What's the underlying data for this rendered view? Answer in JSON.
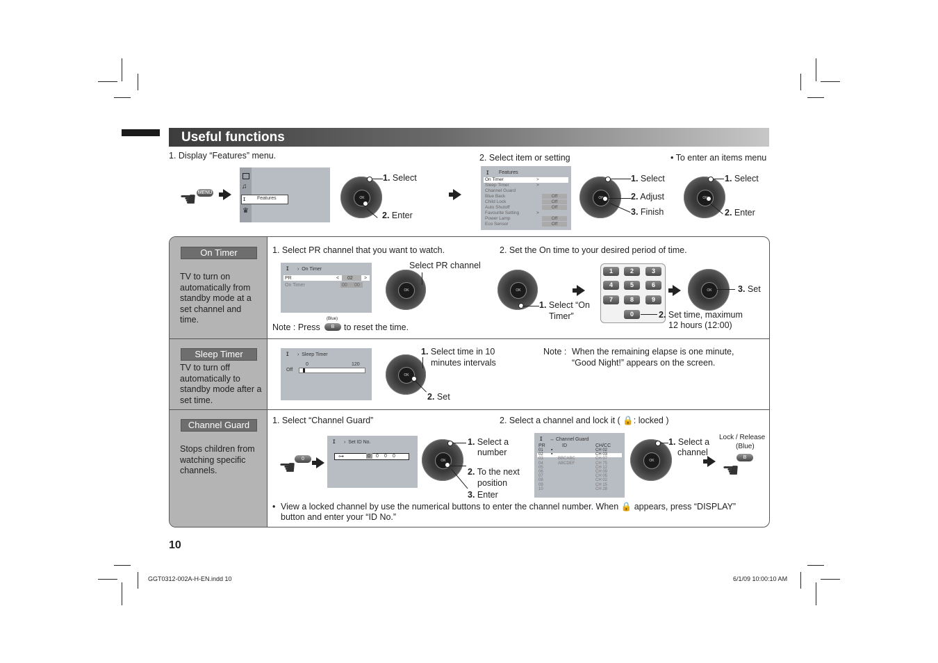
{
  "header": {
    "title": "Useful functions"
  },
  "top": {
    "step1_label": "1. Display “Features” menu.",
    "menu_key": "MENU",
    "features_item": "Features",
    "dial1_select_num": "1.",
    "dial1_select": "Select",
    "dial1_enter_num": "2.",
    "dial1_enter": "Enter",
    "step2_label": "2. Select item or setting",
    "enter_items_label": "• To enter an items menu",
    "features_menu": {
      "title": "Features",
      "items": [
        {
          "label": "On Timer",
          "value": ">"
        },
        {
          "label": "Sleep Timer",
          "value": ">"
        },
        {
          "label": "Channel Guard",
          "value": ""
        },
        {
          "label": "Blue Back",
          "value": "Off"
        },
        {
          "label": "Child Lock",
          "value": "Off"
        },
        {
          "label": "Auto Shutoff",
          "value": "Off"
        },
        {
          "label": "Favourite Setting",
          "value": ">"
        },
        {
          "label": "Power Lamp",
          "value": "Off"
        },
        {
          "label": "Eco Sensor",
          "value": "Off"
        }
      ]
    },
    "dial2_select_num": "1.",
    "dial2_select": "Select",
    "dial2_adjust_num": "2.",
    "dial2_adjust": "Adjust",
    "dial2_finish_num": "3.",
    "dial2_finish": "Finish",
    "dial3_select_num": "1.",
    "dial3_select": "Select",
    "dial3_enter_num": "2.",
    "dial3_enter": "Enter"
  },
  "on_timer": {
    "label": "On Timer",
    "desc": "TV to turn on automatically from standby mode at a set channel and time.",
    "step1": "1. Select PR channel that you want to watch.",
    "step2": "2. Set the On time to your desired period of time.",
    "screen_title": "On Timer",
    "pr_label": "PR",
    "pr_value": "02",
    "ontimer_label": "On Timer",
    "ontimer_h": "00",
    "ontimer_m": "00",
    "select_pr": "Select PR channel",
    "note_a": "Note : Press",
    "blue_label": "(Blue)",
    "b_key": "B",
    "note_b": "to reset the time.",
    "select_on_num": "1.",
    "select_on": "Select “On",
    "select_on2": "Timer”",
    "keys": [
      "1",
      "2",
      "3",
      "4",
      "5",
      "6",
      "7",
      "8",
      "9",
      "0"
    ],
    "set_num": "3.",
    "set": "Set",
    "settime_num": "2.",
    "settime": "Set time, maximum",
    "settime2": "12 hours (12:00)"
  },
  "sleep_timer": {
    "label": "Sleep Timer",
    "desc": "TV to turn off automatically to standby mode after a set time.",
    "screen_title": "Sleep Timer",
    "scale_min": "0",
    "scale_max": "120",
    "off_label": "Off",
    "slider_fraction": 0.05,
    "select_num": "1.",
    "select": "Select time in 10",
    "select2": "minutes intervals",
    "set_num": "2.",
    "set": "Set",
    "note_label": "Note :",
    "note1": "When the remaining elapse is one minute,",
    "note2": "“Good Night!” appears on the screen."
  },
  "channel_guard": {
    "label": "Channel Guard",
    "desc": "Stops children from watching specific channels.",
    "step1": "1. Select “Channel Guard”",
    "step2_a": "2. Select a channel and lock it (",
    "step2_b": ": locked )",
    "zero_key": "0",
    "screen_title": "Set ID No.",
    "id_digits": [
      "0",
      "0",
      "0",
      "0"
    ],
    "select_num_n": "1.",
    "select_num": "Select a",
    "select_num2": "number",
    "next_n": "2.",
    "next": "To the next",
    "next2": "position",
    "enter_n": "3.",
    "enter": "Enter",
    "guard_title": "Channel Guard",
    "cols": [
      "PR",
      "ID",
      "CH/CC"
    ],
    "rows": [
      {
        "pr": "01",
        "id": "",
        "ch": "CH  02"
      },
      {
        "pr": "02",
        "id": "",
        "ch": "CH  03"
      },
      {
        "pr": "03",
        "id": "BBCABC",
        "ch": "CH  07"
      },
      {
        "pr": "04",
        "id": "ABCDEF",
        "ch": "CH  75"
      },
      {
        "pr": "05",
        "id": "",
        "ch": "CH  12"
      },
      {
        "pr": "06",
        "id": "",
        "ch": "CH  09"
      },
      {
        "pr": "07",
        "id": "",
        "ch": "CH  05"
      },
      {
        "pr": "08",
        "id": "",
        "ch": "CH  02"
      },
      {
        "pr": "09",
        "id": "",
        "ch": "CH  15"
      },
      {
        "pr": "10",
        "id": "",
        "ch": "CH  28"
      }
    ],
    "select_ch_n": "1.",
    "select_ch": "Select a",
    "select_ch2": "channel",
    "lock_release": "Lock / Release",
    "lock_blue": "(Blue)",
    "b_key": "B",
    "bullet": "•",
    "view_note_a": "View a locked channel by use the numerical buttons to enter the channel number. When",
    "view_note_b": "appears, press “DISPLAY”",
    "view_note_c": "button and enter your “ID No.”"
  },
  "footer": {
    "page_number": "10",
    "file": "GGT0312-002A-H-EN.indd   10",
    "date": "6/1/09   10:00:10 AM"
  }
}
